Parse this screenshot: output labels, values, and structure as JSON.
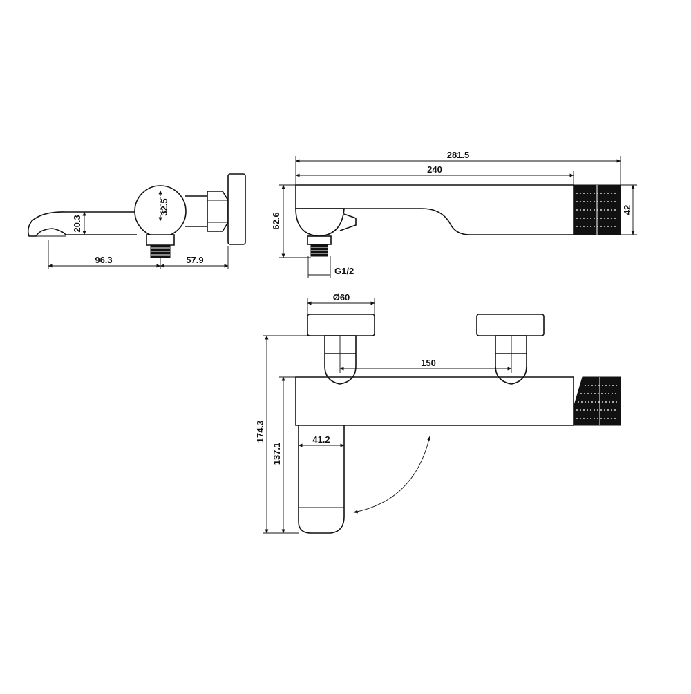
{
  "dimensions": {
    "side_spout_height": "20.3",
    "side_handle_dia": "32.5",
    "side_spout_length": "96.3",
    "side_body_length": "57.9",
    "top_total_length": "281.5",
    "top_spout_length": "240",
    "top_height": "62.6",
    "top_handle_height": "42",
    "thread": "G1/2",
    "wall_plate_dia": "Ø60",
    "center_distance": "150",
    "total_height": "174.3",
    "spout_projection": "137.1",
    "spout_width": "41.2"
  },
  "colors": {
    "line": "#111111",
    "background": "#ffffff"
  }
}
